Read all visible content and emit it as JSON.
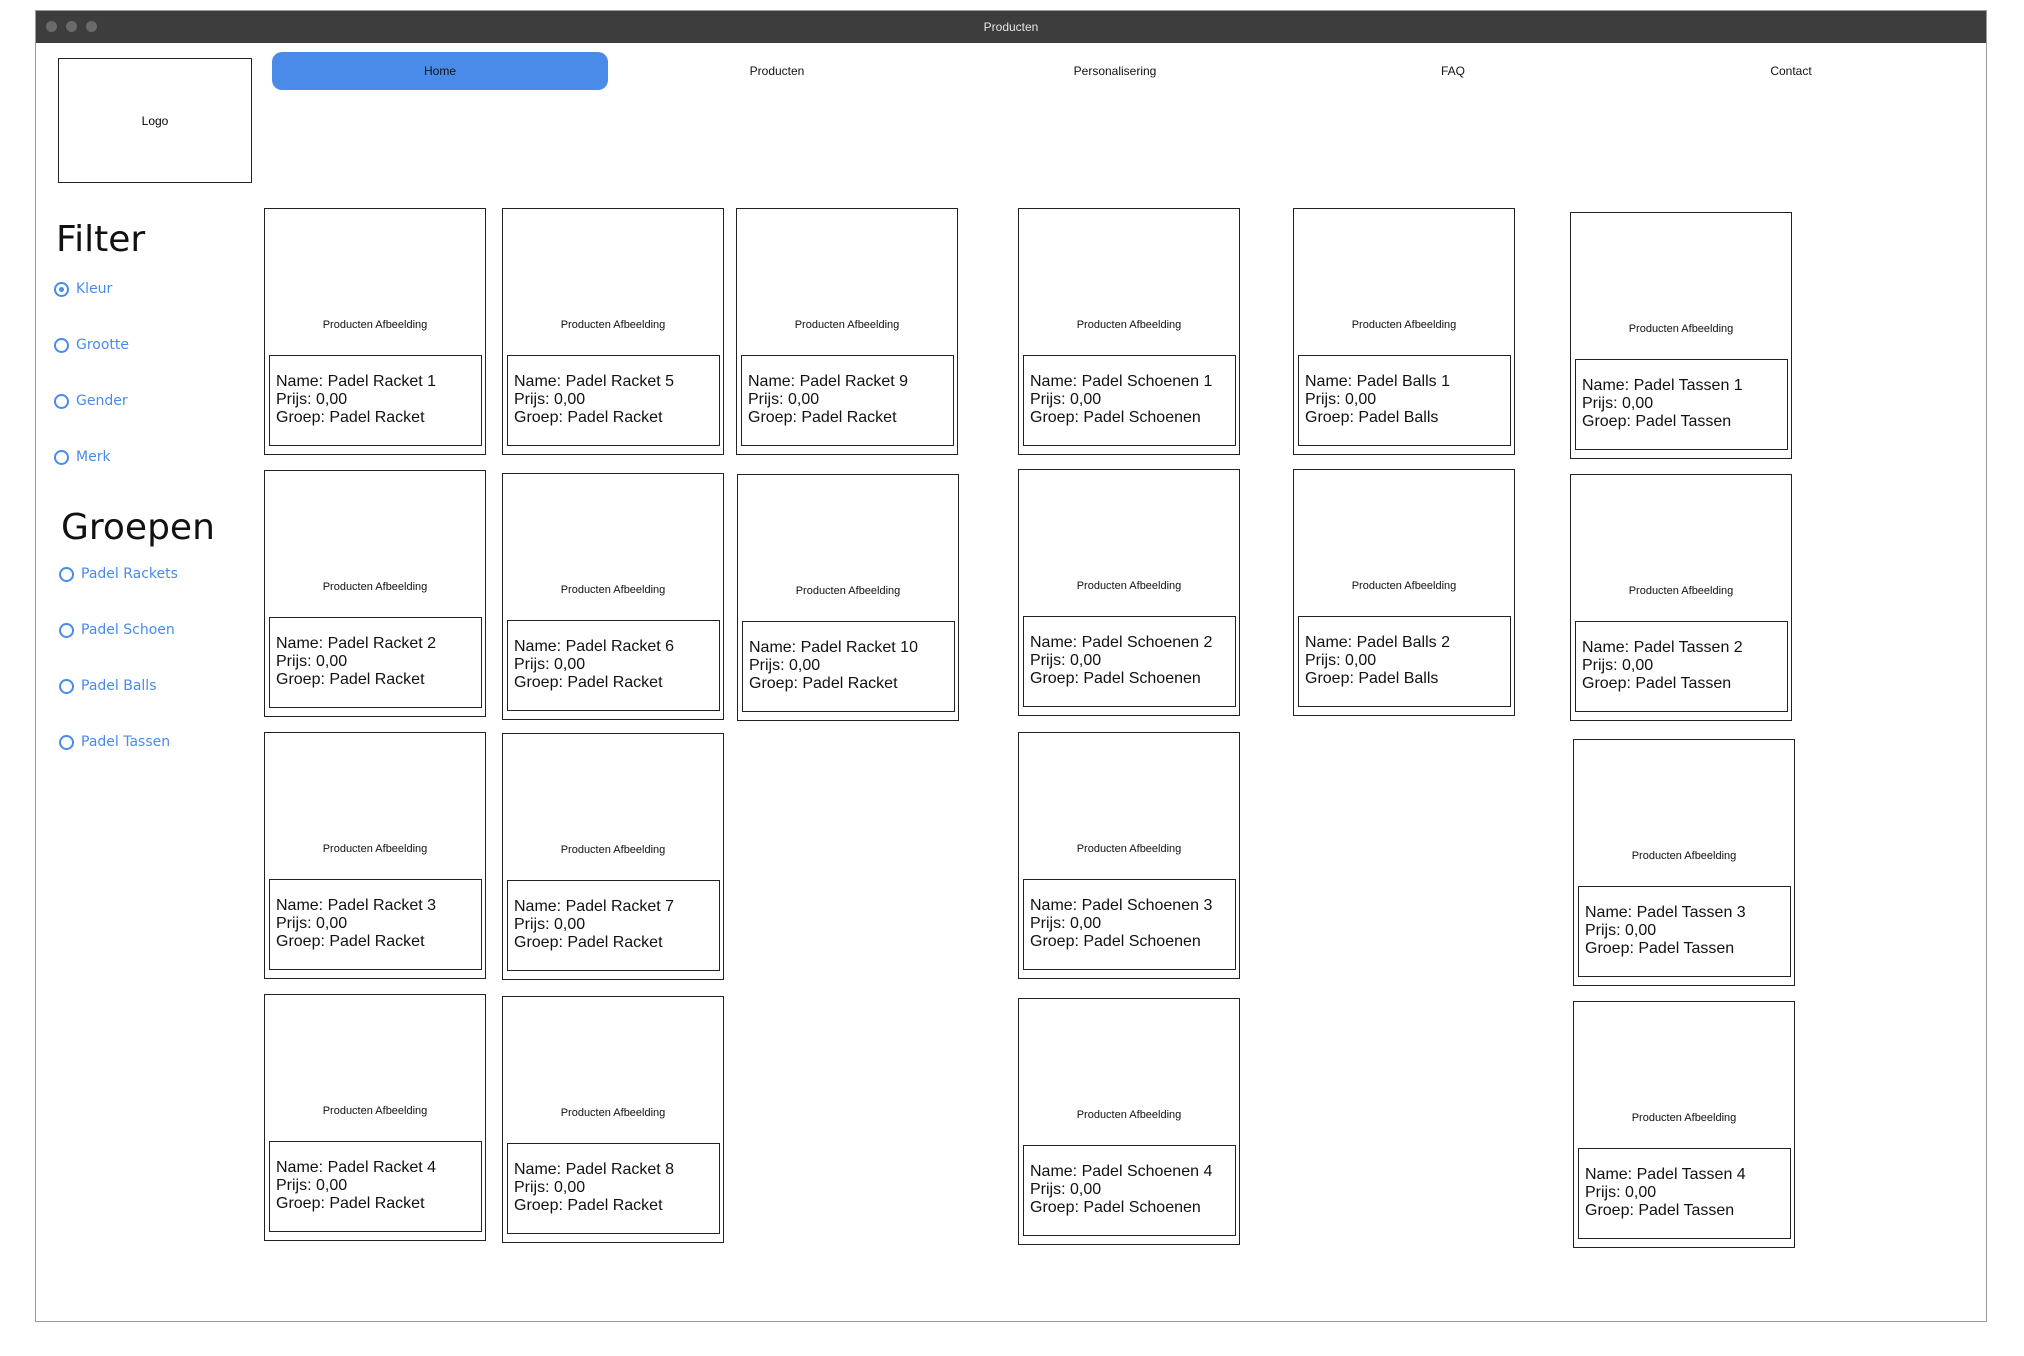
{
  "window": {
    "title": "Producten"
  },
  "logo": "Logo",
  "nav": [
    "Home",
    "Producten",
    "Personalisering",
    "FAQ",
    "Contact"
  ],
  "filter": {
    "title": "Filter",
    "options": [
      "Kleur",
      "Grootte",
      "Gender",
      "Merk"
    ],
    "selected": "Kleur"
  },
  "groepen": {
    "title": "Groepen",
    "options": [
      "Padel Rackets",
      "Padel Schoen",
      "Padel Balls",
      "Padel Tassen"
    ]
  },
  "products": [
    {
      "image": "Producten Afbeelding",
      "name": "Name: Padel Racket 1",
      "price": "Prijs: 0,00",
      "group": "Groep: Padel Racket"
    },
    {
      "image": "Producten Afbeelding",
      "name": "Name: Padel Racket 2",
      "price": "Prijs: 0,00",
      "group": "Groep: Padel Racket"
    },
    {
      "image": "Producten Afbeelding",
      "name": "Name: Padel Racket 3",
      "price": "Prijs: 0,00",
      "group": "Groep: Padel Racket"
    },
    {
      "image": "Producten Afbeelding",
      "name": "Name: Padel Racket 4",
      "price": "Prijs: 0,00",
      "group": "Groep: Padel Racket"
    },
    {
      "image": "Producten Afbeelding",
      "name": "Name: Padel Racket 5",
      "price": "Prijs: 0,00",
      "group": "Groep: Padel Racket"
    },
    {
      "image": "Producten Afbeelding",
      "name": "Name: Padel Racket 6",
      "price": "Prijs: 0,00",
      "group": "Groep: Padel Racket"
    },
    {
      "image": "Producten Afbeelding",
      "name": "Name: Padel Racket 7",
      "price": "Prijs: 0,00",
      "group": "Groep: Padel Racket"
    },
    {
      "image": "Producten Afbeelding",
      "name": "Name: Padel Racket 8",
      "price": "Prijs: 0,00",
      "group": "Groep: Padel Racket"
    },
    {
      "image": "Producten Afbeelding",
      "name": "Name: Padel Racket 9",
      "price": "Prijs: 0,00",
      "group": "Groep: Padel Racket"
    },
    {
      "image": "Producten Afbeelding",
      "name": "Name: Padel Racket 10",
      "price": "Prijs: 0,00",
      "group": "Groep: Padel Racket"
    },
    {
      "image": "Producten Afbeelding",
      "name": "Name: Padel Schoenen 1",
      "price": "Prijs: 0,00",
      "group": "Groep: Padel Schoenen"
    },
    {
      "image": "Producten Afbeelding",
      "name": "Name: Padel Schoenen 2",
      "price": "Prijs: 0,00",
      "group": "Groep: Padel Schoenen"
    },
    {
      "image": "Producten Afbeelding",
      "name": "Name: Padel Schoenen 3",
      "price": "Prijs: 0,00",
      "group": "Groep: Padel Schoenen"
    },
    {
      "image": "Producten Afbeelding",
      "name": "Name: Padel Schoenen 4",
      "price": "Prijs: 0,00",
      "group": "Groep: Padel Schoenen"
    },
    {
      "image": "Producten Afbeelding",
      "name": "Name: Padel Balls 1",
      "price": "Prijs: 0,00",
      "group": "Groep: Padel Balls"
    },
    {
      "image": "Producten Afbeelding",
      "name": "Name: Padel Balls 2",
      "price": "Prijs: 0,00",
      "group": "Groep: Padel Balls"
    },
    {
      "image": "Producten Afbeelding",
      "name": "Name: Padel Tassen 1",
      "price": "Prijs: 0,00",
      "group": "Groep: Padel Tassen"
    },
    {
      "image": "Producten Afbeelding",
      "name": "Name: Padel Tassen 2",
      "price": "Prijs: 0,00",
      "group": "Groep: Padel Tassen"
    },
    {
      "image": "Producten Afbeelding",
      "name": "Name: Padel Tassen 3",
      "price": "Prijs: 0,00",
      "group": "Groep: Padel Tassen"
    },
    {
      "image": "Producten Afbeelding",
      "name": "Name: Padel Tassen 4",
      "price": "Prijs: 0,00",
      "group": "Groep: Padel Tassen"
    }
  ],
  "colors": {
    "accent": "#4a8bea",
    "titlebar": "#3d3d3d"
  }
}
